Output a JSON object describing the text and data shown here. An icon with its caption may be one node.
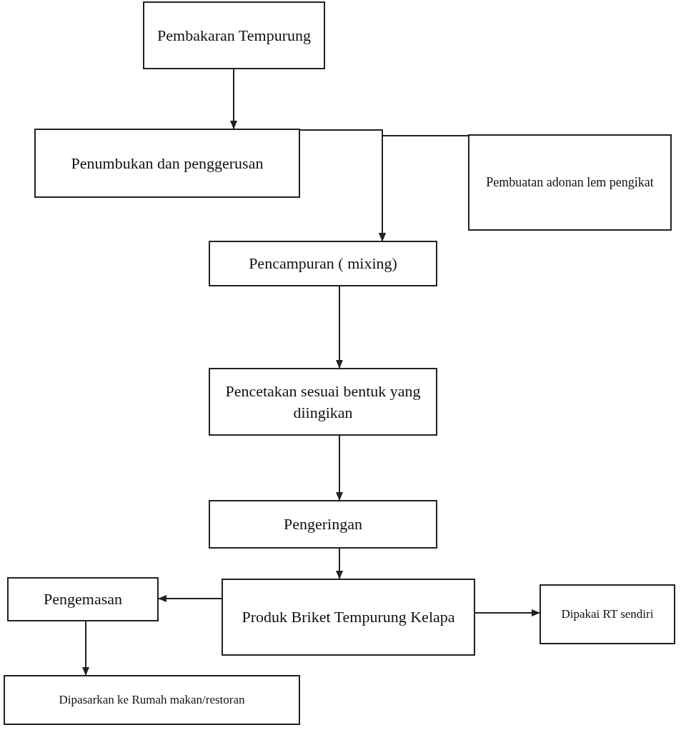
{
  "diagram": {
    "nodes": [
      {
        "text": [
          "Pembakaran Tempurung"
        ]
      },
      {
        "text": [
          "Penumbukan dan penggerusan"
        ]
      },
      {
        "text": [
          "Pembuatan adonan  lem pengikat"
        ]
      },
      {
        "text": [
          "Pencampuran ( mixing)"
        ]
      },
      {
        "text": [
          "Pencetakan sesuai bentuk yang diingikan"
        ]
      },
      {
        "text": [
          "Pengeringan"
        ]
      },
      {
        "text": [
          "Pengemasan"
        ]
      },
      {
        "text": [
          "Produk Briket Tempurung Kelapa"
        ]
      },
      {
        "text": [
          "Dipakai RT sendiri"
        ]
      },
      {
        "text": [
          "Dipasarkan ke Rumah makan/restoran"
        ]
      }
    ],
    "edges": [
      {
        "from": 0,
        "to": 1,
        "arrow": "to"
      },
      {
        "from": 1,
        "to": 3,
        "arrow": "to"
      },
      {
        "from": 2,
        "to": 3,
        "arrow": "to"
      },
      {
        "from": 3,
        "to": 4,
        "arrow": "to"
      },
      {
        "from": 4,
        "to": 5,
        "arrow": "to"
      },
      {
        "from": 5,
        "to": 7,
        "arrow": "to"
      },
      {
        "from": 7,
        "to": 6,
        "arrow": "to"
      },
      {
        "from": 7,
        "to": 8,
        "arrow": "to"
      },
      {
        "from": 6,
        "to": 9,
        "arrow": "to"
      }
    ]
  }
}
